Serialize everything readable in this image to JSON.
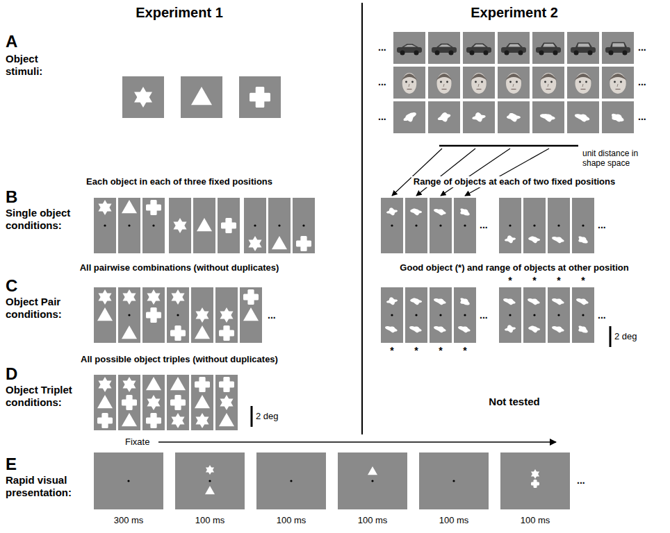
{
  "diagram": {
    "labels": [
      "Experiment 1",
      "Experiment 2",
      "A",
      "Object stimuli:",
      "...",
      "...",
      "...",
      "...",
      "...",
      "...",
      "unit distance in shape space",
      "Each object in each of three fixed positions",
      "Range of objects at each of two fixed positions",
      "B",
      "Single object conditions:",
      "...",
      "...",
      "All pairwise combinations (without duplicates)",
      "Good object (*) and range of objects at other position",
      "C",
      "Object Pair conditions:",
      "...",
      "...",
      "...",
      "*",
      "*",
      "*",
      "*",
      "*",
      "*",
      "*",
      "*",
      "2 deg",
      "All possible object triples (without duplicates)",
      "D",
      "Object Triplet conditions:",
      "2 deg",
      "Not tested",
      "Fixate",
      "E",
      "Rapid visual presentation:",
      "...",
      "300 ms",
      "100 ms",
      "100 ms",
      "100 ms",
      "100 ms",
      "100 ms"
    ]
  }
}
